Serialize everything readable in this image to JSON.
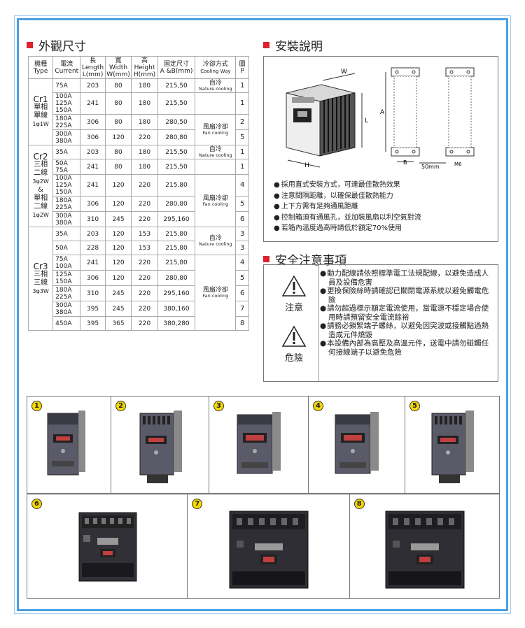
{
  "spec": {
    "title": "外觀尺寸",
    "headers": {
      "type": [
        "機種",
        "Type"
      ],
      "current": [
        "電流",
        "Current"
      ],
      "length": [
        "長",
        "Length",
        "L(mm)"
      ],
      "width": [
        "寬",
        "Width",
        "W(mm)"
      ],
      "height": [
        "高",
        "Height",
        "H(mm)"
      ],
      "fix": [
        "固定尺寸",
        "A &B(mm)"
      ],
      "cooling": [
        "冷卻方式",
        "Cooling Way"
      ],
      "pic": [
        "圖",
        "P"
      ]
    },
    "groups": [
      {
        "type_lines": [
          "Cr1",
          "單相",
          "單線",
          "1φ1W"
        ],
        "rows": [
          {
            "current": "75A",
            "l": "203",
            "w": "80",
            "h": "180",
            "ab": "215,50",
            "pic": "1"
          },
          {
            "current": "100A\n125A\n150A",
            "l": "241",
            "w": "80",
            "h": "180",
            "ab": "215,50",
            "pic": "1"
          },
          {
            "current": "180A\n225A",
            "l": "306",
            "w": "80",
            "h": "180",
            "ab": "280,50",
            "pic": "2"
          },
          {
            "current": "300A\n380A",
            "l": "306",
            "w": "120",
            "h": "220",
            "ab": "280,80",
            "pic": "5"
          }
        ],
        "cooling": [
          {
            "zh": "自冷",
            "en": "Nature cooling",
            "span": 1
          },
          {
            "zh": "",
            "en": "",
            "span": 1
          },
          {
            "zh": "風扇冷卻",
            "en": "Fan cooling",
            "span": 2
          }
        ]
      },
      {
        "type_lines": [
          "Cr2",
          "三相",
          "二線",
          "3φ2W",
          "&",
          "單相",
          "二線",
          "1φ2W"
        ],
        "rows": [
          {
            "current": "35A",
            "l": "203",
            "w": "80",
            "h": "180",
            "ab": "215,50",
            "pic": "1"
          },
          {
            "current": "50A\n75A",
            "l": "241",
            "w": "80",
            "h": "180",
            "ab": "215,50",
            "pic": "1"
          },
          {
            "current": "100A\n125A\n150A",
            "l": "241",
            "w": "120",
            "h": "220",
            "ab": "215,80",
            "pic": "4"
          },
          {
            "current": "180A\n225A",
            "l": "306",
            "w": "120",
            "h": "220",
            "ab": "280,80",
            "pic": "5"
          },
          {
            "current": "300A\n380A",
            "l": "310",
            "w": "245",
            "h": "220",
            "ab": "295,160",
            "pic": "6"
          }
        ],
        "cooling": [
          {
            "zh": "自冷",
            "en": "Nature cooling",
            "span": 1
          },
          {
            "zh": "",
            "en": "",
            "span": 1
          },
          {
            "zh": "風扇冷卻",
            "en": "Fan cooling",
            "span": 3
          }
        ]
      },
      {
        "type_lines": [
          "Cr3",
          "三相",
          "三線",
          "3φ3W"
        ],
        "rows": [
          {
            "current": "35A",
            "l": "203",
            "w": "120",
            "h": "153",
            "ab": "215,80",
            "pic": "3"
          },
          {
            "current": "50A",
            "l": "228",
            "w": "120",
            "h": "153",
            "ab": "215,80",
            "pic": "3"
          },
          {
            "current": "75A\n100A",
            "l": "241",
            "w": "120",
            "h": "220",
            "ab": "215,80",
            "pic": "4"
          },
          {
            "current": "125A\n150A",
            "l": "306",
            "w": "120",
            "h": "220",
            "ab": "280,80",
            "pic": "5"
          },
          {
            "current": "180A\n225A",
            "l": "310",
            "w": "245",
            "h": "220",
            "ab": "295,160",
            "pic": "6"
          },
          {
            "current": "300A\n380A",
            "l": "395",
            "w": "245",
            "h": "220",
            "ab": "380,160",
            "pic": "7"
          },
          {
            "current": "450A",
            "l": "395",
            "w": "365",
            "h": "220",
            "ab": "380,280",
            "pic": "8"
          }
        ],
        "cooling": [
          {
            "zh": "自冷",
            "en": "Nature cooling",
            "span": 2
          },
          {
            "zh": "風扇冷卻",
            "en": "Fan cooling",
            "span": 5
          }
        ]
      }
    ]
  },
  "install": {
    "title": "安裝說明",
    "dims": {
      "w": "W",
      "l": "L",
      "h": "H",
      "a": "A",
      "b": "B",
      "gap": "50mm",
      "screw": "M6"
    },
    "items": [
      "採用直式安裝方式，可達最佳散熱效果",
      "注意間隔距離，以確保最佳散熱能力",
      "上下方需有足夠通風距離",
      "控制箱須有通風孔，並加裝風扇以利空氣對流",
      "若箱內溫度過高時請低於額定70%使用"
    ]
  },
  "safety": {
    "title": "安全注意事項",
    "caution": "注意",
    "danger": "危險",
    "items": [
      "動力配線請依照標準電工法規配線，以避免造成人員及設備危害",
      "更換保險絲時請確認已關閉電源系統以避免觸電危險",
      "請勿超過標示額定電流使用，當電源不穩定場合使用時請預留安全電流餘裕",
      "請務必鎖緊端子螺絲，以避免因突波或接觸點過熱造成元件燒毀",
      "本設備內部為高壓及高溫元件，送電中請勿碰觸任何接線端子以避免危險"
    ]
  },
  "gallery": {
    "row1": [
      "1",
      "2",
      "3",
      "4",
      "5"
    ],
    "row2": [
      "6",
      "7",
      "8"
    ]
  },
  "colors": {
    "accent": "#e0202a",
    "frame": "#4a9fe0",
    "badge": "#f5d800"
  }
}
